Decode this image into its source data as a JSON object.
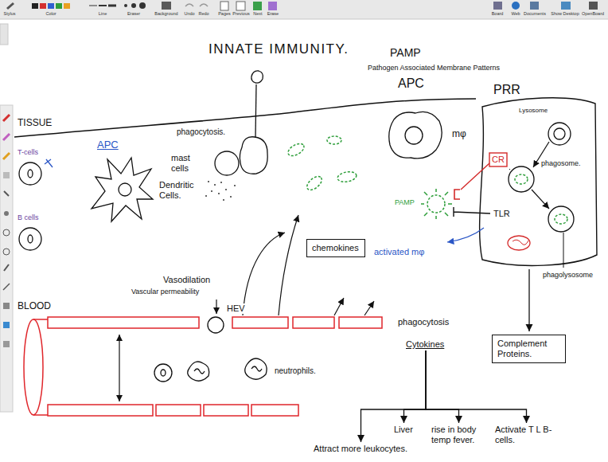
{
  "diagram": {
    "title": "INNATE IMMUNITY.",
    "nodes": [
      {
        "text": [
          "chemokines"
        ]
      },
      {
        "text": [
          "Complement Proteins."
        ]
      },
      {
        "text": [
          "Cytokines"
        ]
      },
      {
        "text": [
          "Attract more leukocytes."
        ]
      },
      {
        "text": [
          "Liver"
        ]
      },
      {
        "text": [
          "rise in body temp fever."
        ]
      },
      {
        "text": [
          "Activate T L B-cells."
        ]
      }
    ],
    "edges": [
      {
        "from": 2,
        "to": 3,
        "arrow": "to"
      },
      {
        "from": 2,
        "to": 4,
        "arrow": "to"
      },
      {
        "from": 2,
        "to": 5,
        "arrow": "to"
      },
      {
        "from": 2,
        "to": 6,
        "arrow": "to"
      }
    ],
    "labels": [
      "Stylus",
      "Color",
      "Line",
      "Eraser",
      "Background",
      "Undo",
      "Redo",
      "Pages",
      "Previous",
      "Next",
      "Erase",
      "Board",
      "Web",
      "Documents",
      "Show Desktop",
      "OpenBoard",
      "TISSUE",
      "T-cells",
      "B cells",
      "BLOOD",
      "APC",
      "Dendritic Cells.",
      "phagocytosis.",
      "mast cells",
      "PAMP",
      "Pathogen Associated Membrane Patterns",
      "APC",
      "mφ",
      "PRR",
      "Lysosome",
      "phagosome.",
      "CR",
      "PAMP",
      "TLR",
      "phagolysosome",
      "activated mφ",
      "Vasodilation",
      "Vascular permeability",
      "HEV",
      "neutrophils.",
      "phagocytosis"
    ]
  }
}
